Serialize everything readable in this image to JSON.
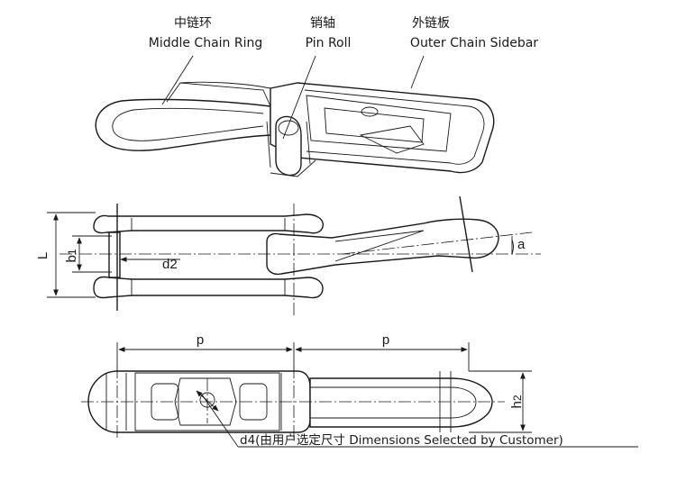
{
  "labels": {
    "middle_ring_cn": "中链环",
    "middle_ring_en": "Middle Chain Ring",
    "pin_roll_cn": "销轴",
    "pin_roll_en": "Pin Roll",
    "sidebar_cn": "外链板",
    "sidebar_en": "Outer Chain Sidebar"
  },
  "dimensions": {
    "L": "L",
    "b1_main": "b",
    "b1_sub": "1",
    "d2": "d2",
    "a": "a",
    "p_left": "p",
    "p_right": "p",
    "h2_main": "h",
    "h2_sub": "2",
    "d4_note": "d4(由用户选定尺寸 Dimensions Selected by Customer)"
  },
  "colors": {
    "ink": "#1a1a1a",
    "paper": "#ffffff"
  }
}
